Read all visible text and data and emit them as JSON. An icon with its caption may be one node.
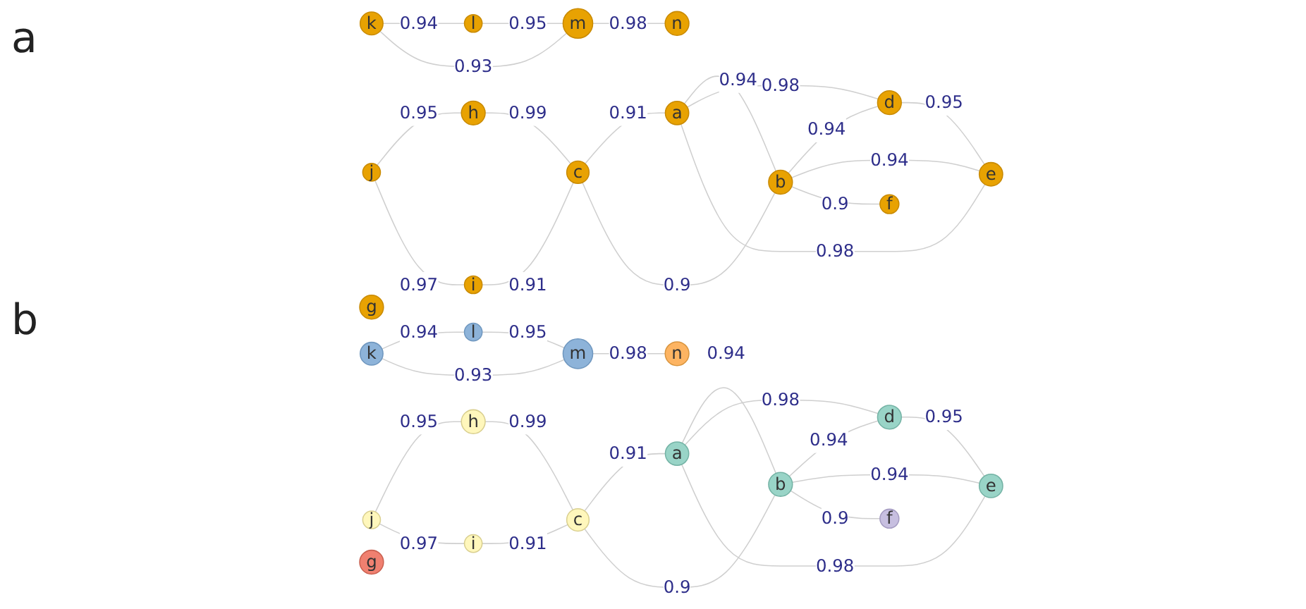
{
  "diagram": {
    "nodes": [
      {
        "text": [
          "k"
        ]
      },
      {
        "text": [
          "l"
        ]
      },
      {
        "text": [
          "m"
        ]
      },
      {
        "text": [
          "n"
        ]
      },
      {
        "text": [
          "j"
        ]
      },
      {
        "text": [
          "h"
        ]
      },
      {
        "text": [
          "g"
        ]
      },
      {
        "text": [
          "i"
        ]
      },
      {
        "text": [
          "c"
        ]
      },
      {
        "text": [
          "a"
        ]
      },
      {
        "text": [
          "d"
        ]
      },
      {
        "text": [
          "b"
        ]
      },
      {
        "text": [
          "e"
        ]
      },
      {
        "text": [
          "f"
        ]
      },
      {
        "text": [
          "k"
        ]
      },
      {
        "text": [
          "l"
        ]
      },
      {
        "text": [
          "m"
        ]
      },
      {
        "text": [
          "n"
        ]
      },
      {
        "text": [
          "j"
        ]
      },
      {
        "text": [
          "h"
        ]
      },
      {
        "text": [
          "g"
        ]
      },
      {
        "text": [
          "i"
        ]
      },
      {
        "text": [
          "c"
        ]
      },
      {
        "text": [
          "a"
        ]
      },
      {
        "text": [
          "d"
        ]
      },
      {
        "text": [
          "b"
        ]
      },
      {
        "text": [
          "e"
        ]
      },
      {
        "text": [
          "f"
        ]
      }
    ],
    "edges": [
      {
        "from": 0,
        "to": 1,
        "arrow": "none",
        "label": "0.94"
      },
      {
        "from": 0,
        "to": 2,
        "arrow": "none",
        "label": "0.93"
      },
      {
        "from": 1,
        "to": 2,
        "arrow": "none",
        "label": "0.95"
      },
      {
        "from": 2,
        "to": 3,
        "arrow": "none",
        "label": "0.98"
      },
      {
        "from": 4,
        "to": 5,
        "arrow": "none",
        "label": "0.95"
      },
      {
        "from": 4,
        "to": 7,
        "arrow": "none",
        "label": "0.97"
      },
      {
        "from": 5,
        "to": 8,
        "arrow": "none",
        "label": "0.99"
      },
      {
        "from": 7,
        "to": 8,
        "arrow": "none",
        "label": "0.91"
      },
      {
        "from": 8,
        "to": 9,
        "arrow": "none",
        "label": "0.91"
      },
      {
        "from": 8,
        "to": 11,
        "arrow": "none",
        "label": "0.9"
      },
      {
        "from": 9,
        "to": 11,
        "arrow": "none",
        "label": "0.94"
      },
      {
        "from": 9,
        "to": 10,
        "arrow": "none",
        "label": "0.98"
      },
      {
        "from": 9,
        "to": 12,
        "arrow": "none",
        "label": "0.98"
      },
      {
        "from": 11,
        "to": 10,
        "arrow": "none",
        "label": "0.94"
      },
      {
        "from": 11,
        "to": 12,
        "arrow": "none",
        "label": "0.94"
      },
      {
        "from": 10,
        "to": 12,
        "arrow": "none",
        "label": "0.95"
      },
      {
        "from": 11,
        "to": 13,
        "arrow": "none",
        "label": "0.9"
      },
      {
        "from": 14,
        "to": 15,
        "arrow": "none",
        "label": "0.94"
      },
      {
        "from": 14,
        "to": 16,
        "arrow": "none",
        "label": "0.93"
      },
      {
        "from": 15,
        "to": 16,
        "arrow": "none",
        "label": "0.95"
      },
      {
        "from": 16,
        "to": 17,
        "arrow": "none",
        "label": "0.98"
      },
      {
        "from": 18,
        "to": 19,
        "arrow": "none",
        "label": "0.95"
      },
      {
        "from": 18,
        "to": 21,
        "arrow": "none",
        "label": "0.97"
      },
      {
        "from": 19,
        "to": 22,
        "arrow": "none",
        "label": "0.99"
      },
      {
        "from": 21,
        "to": 22,
        "arrow": "none",
        "label": "0.91"
      },
      {
        "from": 22,
        "to": 23,
        "arrow": "none",
        "label": "0.91"
      },
      {
        "from": 22,
        "to": 25,
        "arrow": "none",
        "label": "0.9"
      },
      {
        "from": 23,
        "to": 25,
        "arrow": "none",
        "label": "0.94"
      },
      {
        "from": 23,
        "to": 24,
        "arrow": "none",
        "label": "0.98"
      },
      {
        "from": 23,
        "to": 26,
        "arrow": "none",
        "label": "0.98"
      },
      {
        "from": 25,
        "to": 24,
        "arrow": "none",
        "label": "0.94"
      },
      {
        "from": 25,
        "to": 26,
        "arrow": "none",
        "label": "0.94"
      },
      {
        "from": 24,
        "to": 26,
        "arrow": "none",
        "label": "0.95"
      },
      {
        "from": 25,
        "to": 27,
        "arrow": "none",
        "label": "0.9"
      }
    ],
    "labels": [
      "a",
      "b"
    ]
  }
}
